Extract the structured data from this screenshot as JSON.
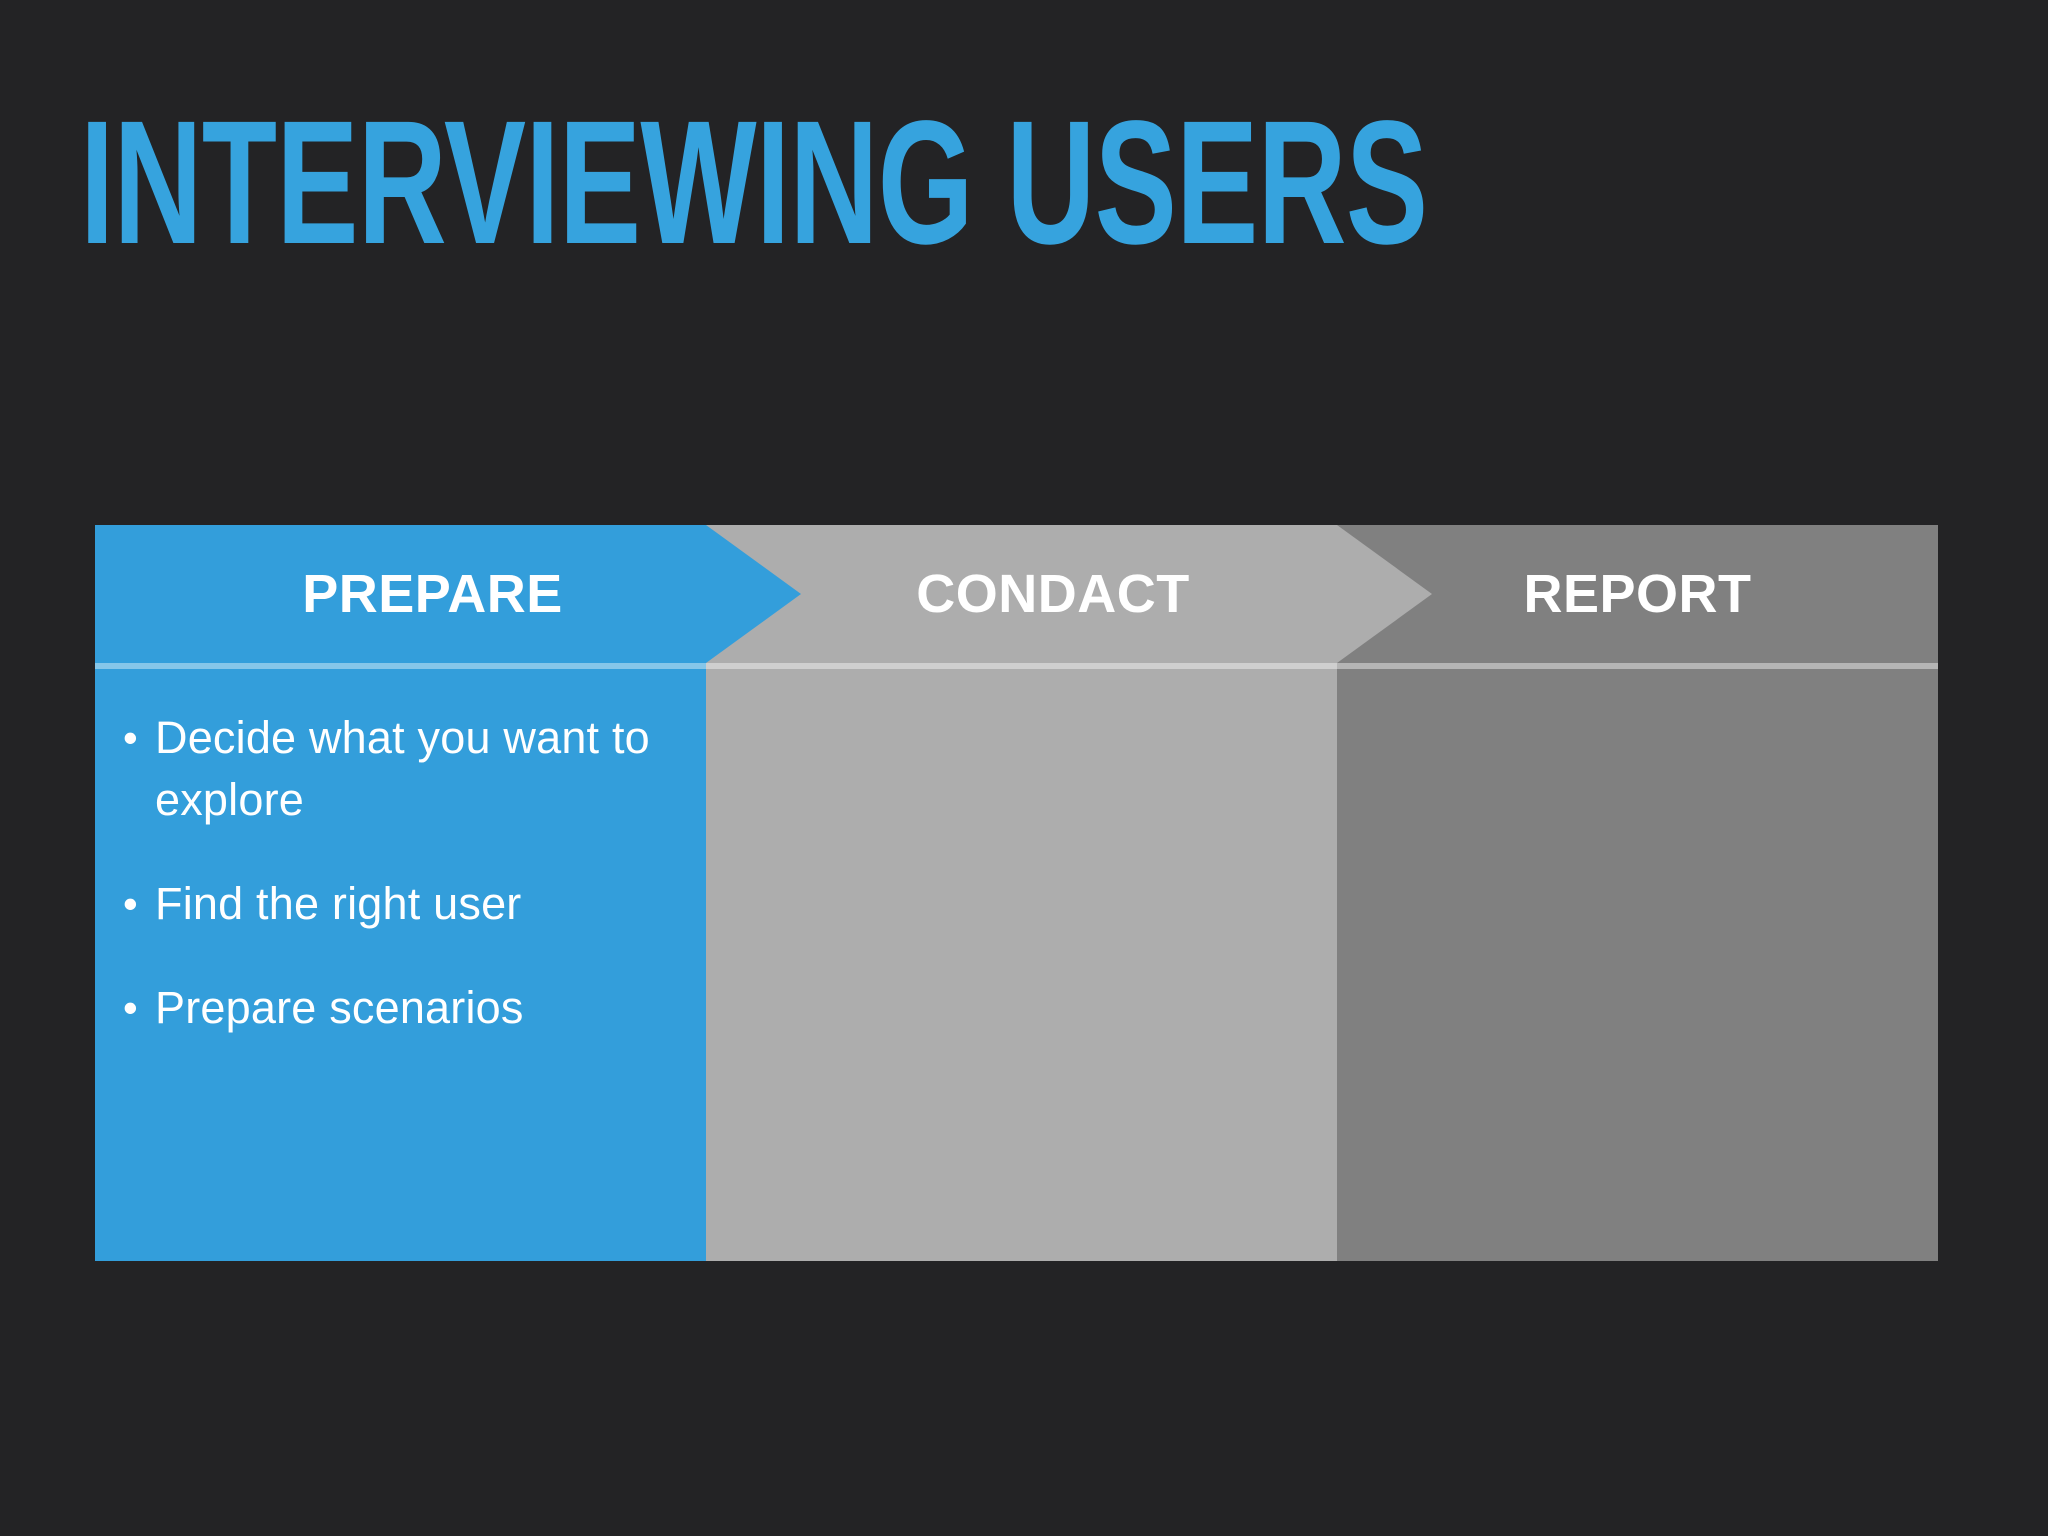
{
  "slide": {
    "title": "INTERVIEWING USERS",
    "background_color": "#232325",
    "accent_color": "#36A3DE"
  },
  "process": {
    "stages": [
      {
        "label": "PREPARE",
        "color": "#339EDB",
        "state": "active",
        "bullets": [
          {
            "marker": "•",
            "text": "Decide what you want to explore"
          },
          {
            "marker": "•",
            "text": "Find the right user"
          },
          {
            "marker": "•",
            "text": "Prepare scenarios"
          }
        ]
      },
      {
        "label": "CONDACT",
        "color": "#ADADAD",
        "state": "inactive",
        "bullets": []
      },
      {
        "label": "REPORT",
        "color": "#808080",
        "state": "inactive",
        "bullets": []
      }
    ]
  }
}
